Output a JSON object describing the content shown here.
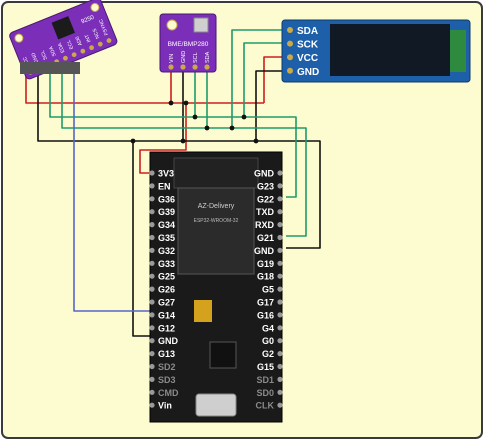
{
  "colors": {
    "background": "#fdfbd0",
    "frame": "#3a3a3a",
    "wire_red": "#cc1f1f",
    "wire_black": "#111111",
    "wire_green": "#1f9b6a",
    "wire_blue": "#5566cc",
    "board_purple": "#7b2fb8",
    "esp_board": "#1a1a1a",
    "oled_blue": "#1d5fa8",
    "pin_label_white": "#ffffff",
    "pin_label_dim": "#8a8a8a"
  },
  "modules": {
    "mpu": {
      "chip_label": "9250",
      "pins": [
        "VCC",
        "GND",
        "SCL",
        "SDA",
        "EDA",
        "ECL",
        "AD0",
        "INT",
        "NCS",
        "FSYNC"
      ]
    },
    "bme": {
      "name": "BME/BMP280",
      "pins": [
        "VIN",
        "GND",
        "SCL",
        "SDA"
      ]
    },
    "oled": {
      "pins": [
        "SDA",
        "SCK",
        "VCC",
        "GND"
      ]
    },
    "esp32": {
      "brand": "AZ-Delivery",
      "chip_text": "ESP32-WROOM-32",
      "left_pins": [
        "3V3",
        "EN",
        "G36",
        "G39",
        "G34",
        "G35",
        "G32",
        "G33",
        "G25",
        "G26",
        "G27",
        "G14",
        "G12",
        "GND",
        "G13",
        "SD2",
        "SD3",
        "CMD",
        "Vin"
      ],
      "right_pins": [
        "GND",
        "G23",
        "G22",
        "TXD",
        "RXD",
        "G21",
        "GND",
        "G19",
        "G18",
        "G5",
        "G17",
        "G16",
        "G4",
        "G0",
        "G2",
        "G15",
        "SD1",
        "SD0",
        "CLK"
      ]
    }
  }
}
